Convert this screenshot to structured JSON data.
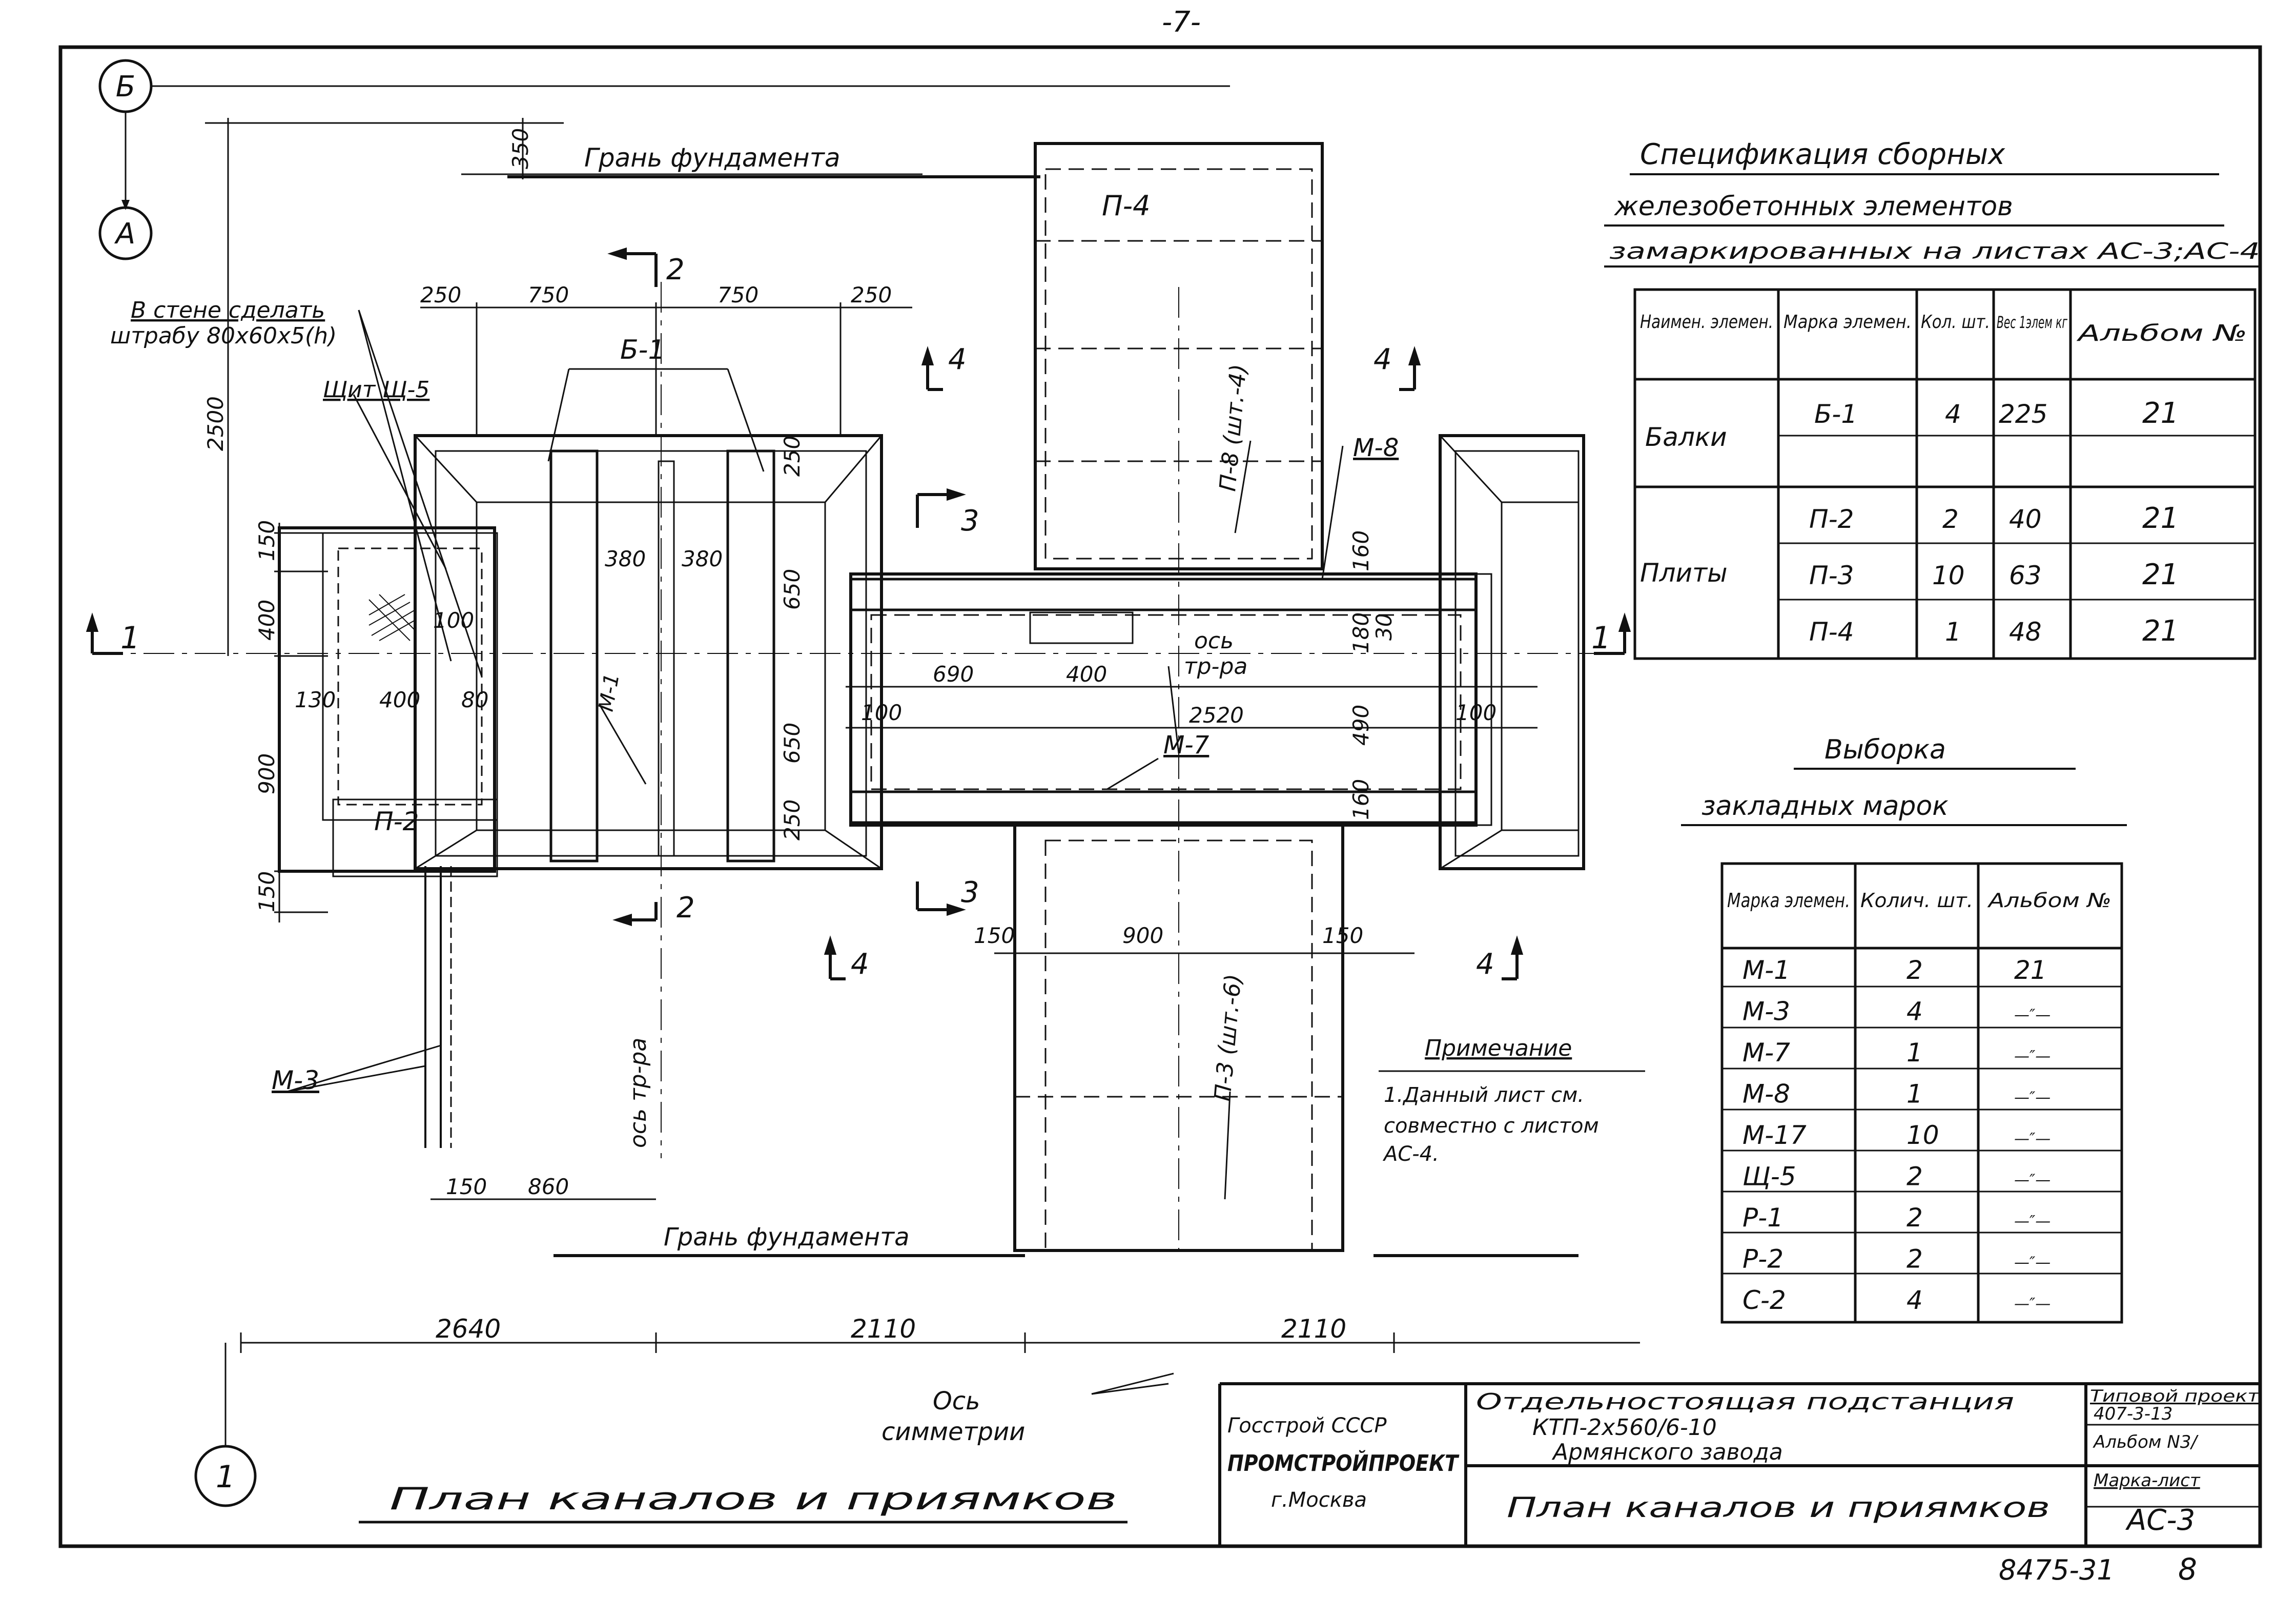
{
  "page_number": "-7-",
  "axes": {
    "top_b": "Б",
    "top_a": "А",
    "bottom_1": "1"
  },
  "labels": {
    "foundation_edge_top": "Грань фундамента",
    "foundation_edge_bottom": "Грань фундамента",
    "wall_note_line1": "В стене сделать",
    "wall_note_line2": "штрабу 80х60х5(h)",
    "shield": "Щит Щ-5",
    "b1": "Б-1",
    "p4": "П-4",
    "p2": "П-2",
    "m1": "М-1",
    "m3": "М-3",
    "m7": "М-7",
    "m8": "М-8",
    "p8_vert": "П-8 (шт.-4)",
    "p3_vert": "П-3 (шт.-6)",
    "axis_tr_horizontal_1": "ось",
    "axis_tr_horizontal_2": "тр-ра",
    "axis_tr_vertical": "ось тр-ра",
    "axis_symmetry_1": "Ось",
    "axis_symmetry_2": "симметрии",
    "sections": {
      "s1_left": "1",
      "s1_right": "1",
      "s2_top": "2",
      "s2_bottom": "2",
      "s3_top": "3",
      "s3_bottom": "3",
      "s4_a": "4",
      "s4_b": "4",
      "s4_c": "4",
      "s4_d": "4"
    }
  },
  "dimensions": {
    "d350": "350",
    "d2500": "2500",
    "d250_a": "250",
    "d750_a": "750",
    "d750_b": "750",
    "d250_b": "250",
    "d150_a": "150",
    "d400_a": "400",
    "d900_a": "900",
    "d150_b": "150",
    "d130": "130",
    "d400_b": "400",
    "d80": "80",
    "d100_a": "100",
    "d380_a": "380",
    "d380_b": "380",
    "d250_c": "250",
    "d650_a": "650",
    "d650_b": "650",
    "d250_d": "250",
    "d690": "690",
    "d400_c": "400",
    "d2520": "2520",
    "d100_b": "100",
    "d100_c": "100",
    "d160": "160",
    "d180": "180",
    "d490": "490",
    "d160_b": "160",
    "d30": "30",
    "d150_c": "150",
    "d900_b": "900",
    "d150_d": "150",
    "d150_e": "150",
    "d860": "860",
    "d2640": "2640",
    "d2110_a": "2110",
    "d2110_b": "2110"
  },
  "spec_table": {
    "title_line1": "Спецификация сборных",
    "title_line2": "железобетонных элементов",
    "title_line3": "замаркированных на листах АС-3;АС-4",
    "headers": [
      "Наимен. элемен.",
      "Марка элемен.",
      "Кол. шт.",
      "Вес 1элем кг",
      "Альбом №"
    ],
    "groups": [
      {
        "name": "Балки",
        "rows": [
          [
            "Б-1",
            "4",
            "225",
            "21"
          ]
        ]
      },
      {
        "name": "Плиты",
        "rows": [
          [
            "П-2",
            "2",
            "40",
            "21"
          ],
          [
            "П-3",
            "10",
            "63",
            "21"
          ],
          [
            "П-4",
            "1",
            "48",
            "21"
          ]
        ]
      }
    ]
  },
  "embedded_table": {
    "title_line1": "Выборка",
    "title_line2": "закладных марок",
    "headers": [
      "Марка элемен.",
      "Колич. шт.",
      "Альбом №"
    ],
    "rows": [
      [
        "М-1",
        "2",
        "21"
      ],
      [
        "М-3",
        "4",
        "—″—"
      ],
      [
        "М-7",
        "1",
        "—″—"
      ],
      [
        "М-8",
        "1",
        "—″—"
      ],
      [
        "М-17",
        "10",
        "—″—"
      ],
      [
        "Щ-5",
        "2",
        "—″—"
      ],
      [
        "Р-1",
        "2",
        "—″—"
      ],
      [
        "Р-2",
        "2",
        "—″—"
      ],
      [
        "С-2",
        "4",
        "—″—"
      ]
    ]
  },
  "note": {
    "title": "Примечание",
    "line1": "1.Данный лист см.",
    "line2": "совместно с листом",
    "line3": "АС-4."
  },
  "title_block": {
    "org1": "Госстрой СССР",
    "org2": "ПРОМСТРОЙПРОЕКТ",
    "org3": "г.Москва",
    "project_line1": "Отдельностоящая подстанция",
    "project_line2": "КТП-2х560/6-10",
    "project_line3": "Армянского завода",
    "sheet_title": "План каналов и приямков",
    "typical_project": "Типовой проект",
    "project_code": "407-3-13",
    "album": "Альбом N3/",
    "mark_sheet_label": "Марка-лист",
    "mark_sheet": "АС-3"
  },
  "drawing_title": "План каналов и приямков",
  "archive_number": "8475-31",
  "archive_page": "8"
}
